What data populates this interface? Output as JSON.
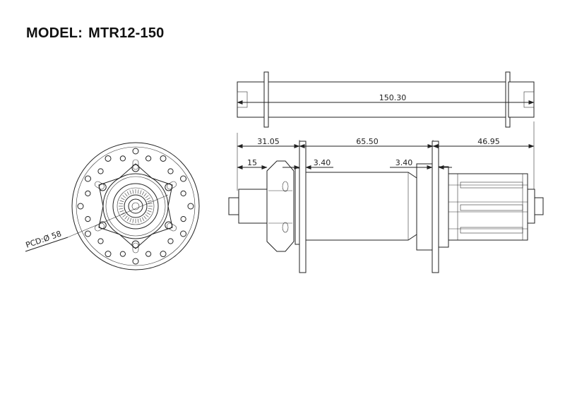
{
  "header": {
    "label": "MODEL:",
    "model": "MTR12-150"
  },
  "dimensions": {
    "axle_length": "150.30",
    "left_flange_offset": "31.05",
    "flange_spacing": "65.50",
    "right_offset": "46.95",
    "rotor_mount_offset": "15",
    "left_flange_thickness": "3.40",
    "right_flange_thickness": "3.40"
  },
  "end_view": {
    "pcd_label": "PCD:Ø 58"
  },
  "colors": {
    "line": "#222222",
    "background": "#ffffff"
  }
}
